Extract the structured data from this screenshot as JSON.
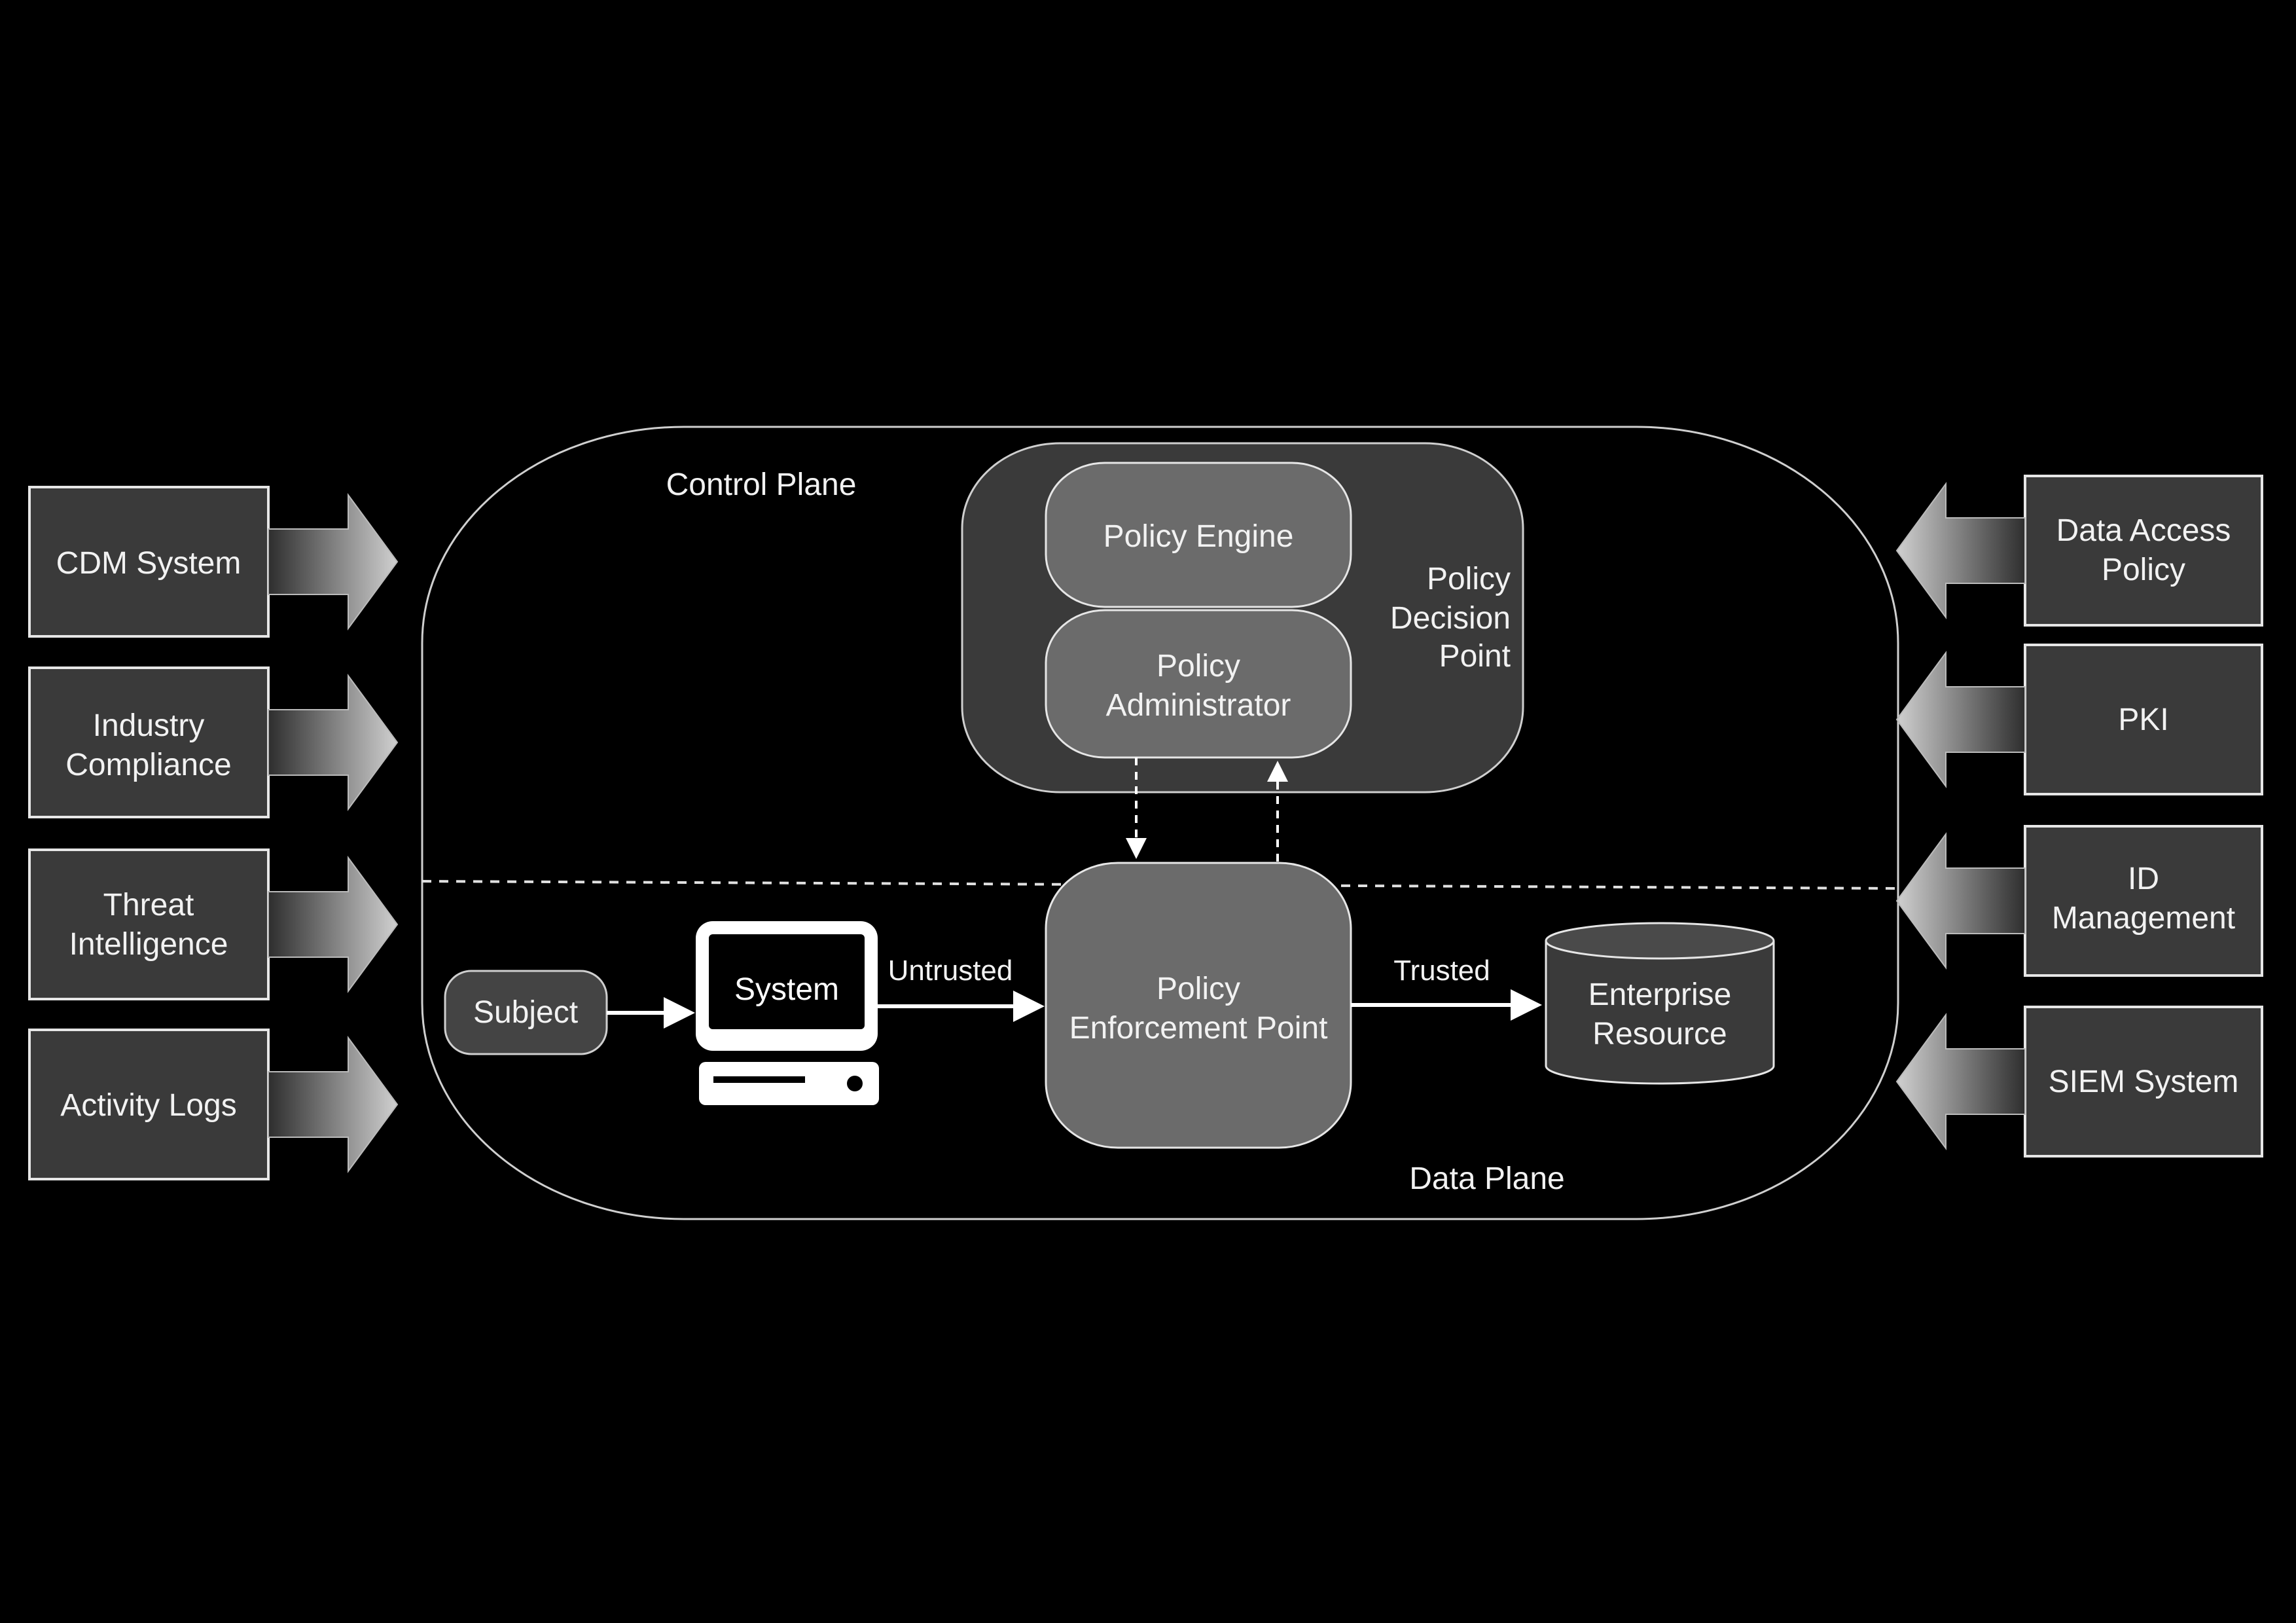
{
  "diagram": {
    "control_plane_label": "Control Plane",
    "data_plane_label": "Data Plane",
    "pdp": {
      "label_line1": "Policy",
      "label_line2": "Decision",
      "label_line3": "Point",
      "policy_engine": "Policy Engine",
      "policy_admin_line1": "Policy",
      "policy_admin_line2": "Administrator"
    },
    "pep": {
      "line1": "Policy",
      "line2": "Enforcement Point"
    },
    "subject": "Subject",
    "system": "System",
    "untrusted_label": "Untrusted",
    "trusted_label": "Trusted",
    "resource": {
      "line1": "Enterprise",
      "line2": "Resource"
    },
    "left_inputs": [
      {
        "line1": "CDM System",
        "line2": ""
      },
      {
        "line1": "Industry",
        "line2": "Compliance"
      },
      {
        "line1": "Threat",
        "line2": "Intelligence"
      },
      {
        "line1": "Activity Logs",
        "line2": ""
      }
    ],
    "right_inputs": [
      {
        "line1": "Data Access",
        "line2": "Policy"
      },
      {
        "line1": "PKI",
        "line2": ""
      },
      {
        "line1": "ID",
        "line2": "Management"
      },
      {
        "line1": "SIEM System",
        "line2": ""
      }
    ]
  }
}
